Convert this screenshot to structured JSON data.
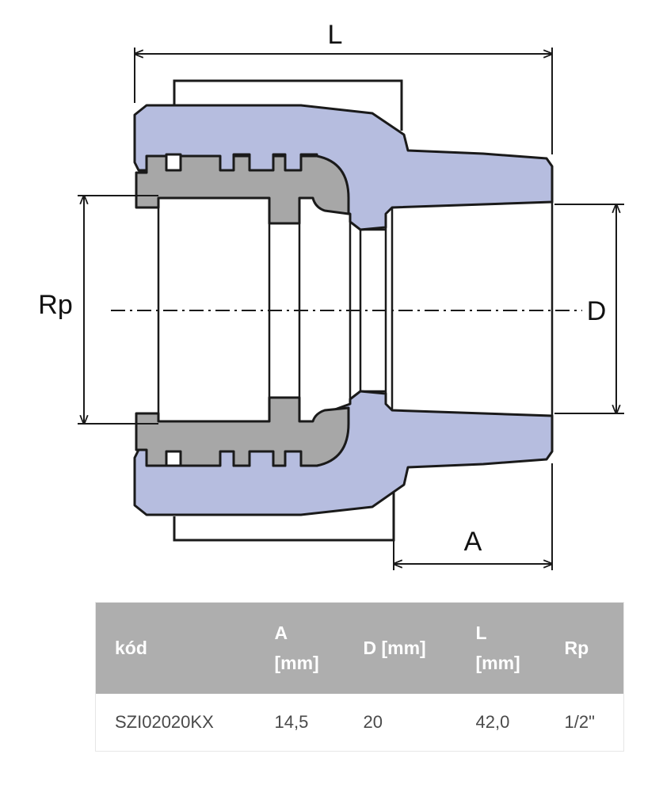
{
  "diagram": {
    "labels": {
      "length": "L",
      "thread": "Rp",
      "diameter": "D",
      "depth": "A"
    }
  },
  "colors": {
    "body_fill": "#b6bddf",
    "insert_fill": "#a7a7a7",
    "outline": "#1a1a1a"
  },
  "table": {
    "headers": [
      {
        "lines": [
          "kód"
        ]
      },
      {
        "lines": [
          "A",
          "[mm]"
        ]
      },
      {
        "lines": [
          "D [mm]"
        ]
      },
      {
        "lines": [
          "L",
          "[mm]"
        ]
      },
      {
        "lines": [
          "Rp"
        ]
      }
    ],
    "rows": [
      [
        "SZI02020KX",
        "14,5",
        "20",
        "42,0",
        "1/2\""
      ]
    ]
  }
}
